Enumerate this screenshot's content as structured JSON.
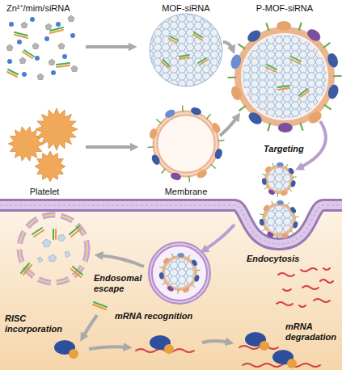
{
  "diagram": {
    "labels": [
      "Zn²⁺/mim/siRNA",
      "MOF-siRNA",
      "P-MOF-siRNA",
      "Platelet",
      "Membrane",
      "Targeting",
      "Endocytosis",
      "Endosomal escape",
      "RISC incorporation",
      "mRNA recognition",
      "mRNA degradation"
    ]
  }
}
